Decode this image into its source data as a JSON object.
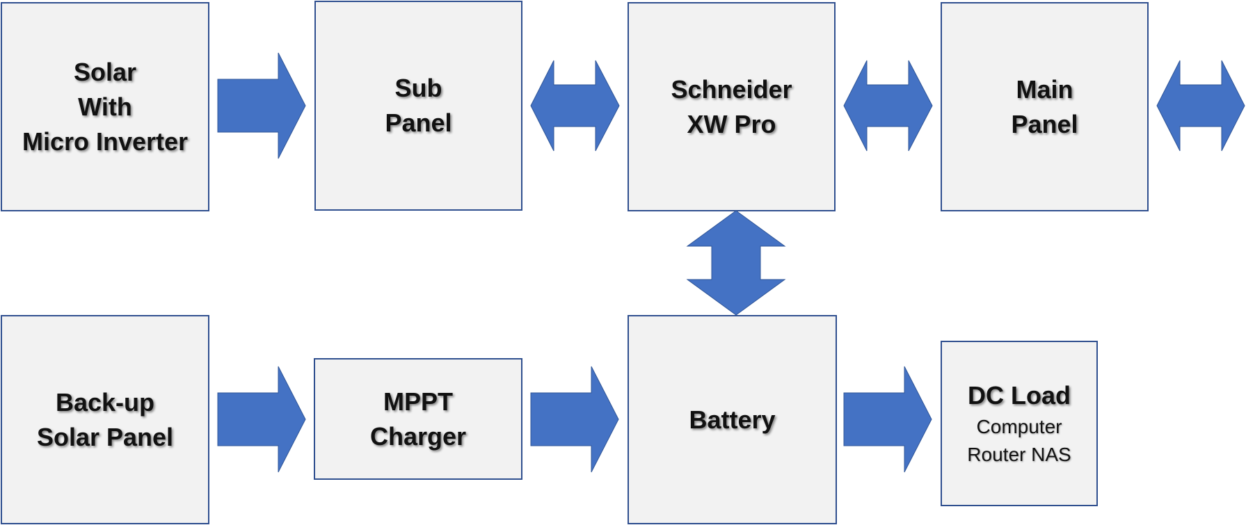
{
  "boxes": {
    "solar_micro": {
      "lines": [
        "Solar",
        "With",
        "Micro Inverter"
      ]
    },
    "sub_panel": {
      "lines": [
        "Sub",
        "Panel"
      ]
    },
    "schneider": {
      "lines": [
        "Schneider",
        "XW Pro"
      ]
    },
    "main_panel": {
      "lines": [
        "Main",
        "Panel"
      ]
    },
    "backup_solar": {
      "lines": [
        "Back-up",
        "Solar Panel"
      ]
    },
    "mppt": {
      "lines": [
        "MPPT",
        "Charger"
      ]
    },
    "battery": {
      "lines": [
        "Battery"
      ]
    },
    "dc_load": {
      "title": "DC Load",
      "lines": [
        "Computer",
        "Router NAS"
      ]
    }
  },
  "colors": {
    "arrow": "#4472c4",
    "arrow_stroke": "#2f5597",
    "box_fill": "#f2f2f2",
    "box_border": "#2f4f8f"
  }
}
